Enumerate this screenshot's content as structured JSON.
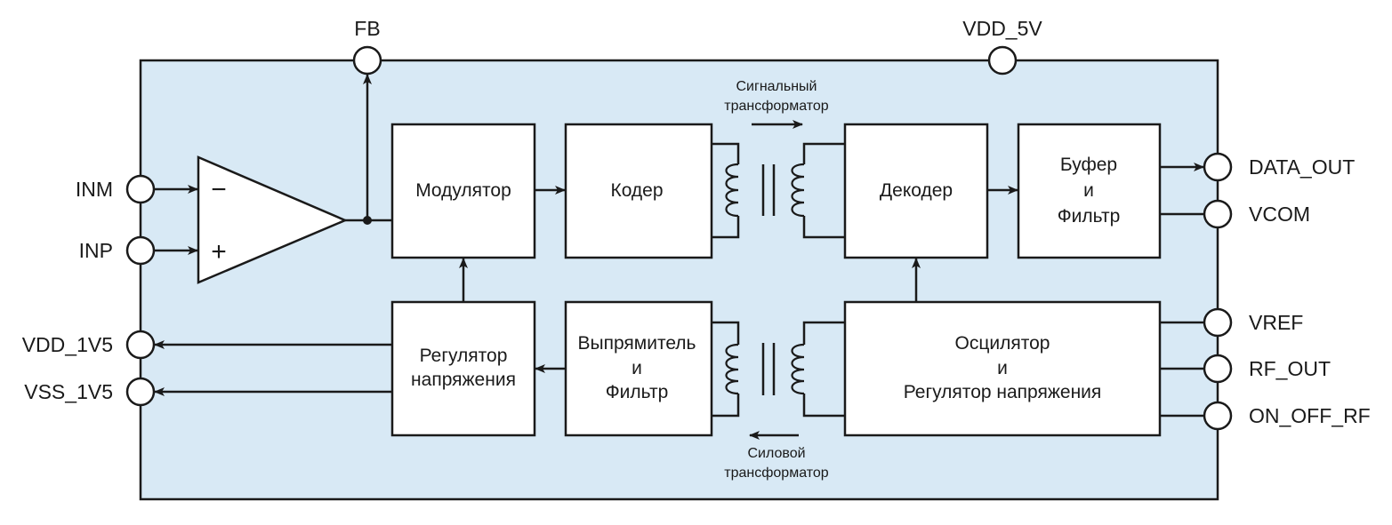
{
  "diagram": {
    "colors": {
      "chip_fill": "#d8e9f5",
      "line": "#1a1a1a",
      "block_fill": "#ffffff"
    },
    "pins": {
      "top": [
        {
          "id": "fb",
          "label": "FB"
        },
        {
          "id": "vdd5v",
          "label": "VDD_5V"
        }
      ],
      "left": [
        {
          "id": "inm",
          "label": "INM"
        },
        {
          "id": "inp",
          "label": "INP"
        },
        {
          "id": "vdd1v5",
          "label": "VDD_1V5"
        },
        {
          "id": "vss1v5",
          "label": "VSS_1V5"
        }
      ],
      "right": [
        {
          "id": "data_out",
          "label": "DATA_OUT"
        },
        {
          "id": "vcom",
          "label": "VCOM"
        },
        {
          "id": "vref",
          "label": "VREF"
        },
        {
          "id": "rf_out",
          "label": "RF_OUT"
        },
        {
          "id": "on_off_rf",
          "label": "ON_OFF_RF"
        }
      ]
    },
    "amplifier": {
      "minus": "−",
      "plus": "+"
    },
    "blocks": {
      "modulator": [
        "Модулятор"
      ],
      "coder": [
        "Кодер"
      ],
      "decoder": [
        "Декодер"
      ],
      "buffer": [
        "Буфер",
        "и",
        "Фильтр"
      ],
      "regulator": [
        "Регулятор",
        "напряжения"
      ],
      "rectifier": [
        "Выпрямитель",
        "и",
        "Фильтр"
      ],
      "oscillator": [
        "Осцилятор",
        "и",
        "Регулятор напряжения"
      ]
    },
    "transformers": {
      "signal": [
        "Сигнальный",
        "трансформатор"
      ],
      "power": [
        "Силовой",
        "трансформатор"
      ]
    },
    "connections": [
      {
        "from": "inm",
        "to": "amplifier-minus"
      },
      {
        "from": "inp",
        "to": "amplifier-plus"
      },
      {
        "from": "amplifier",
        "to": "fb"
      },
      {
        "from": "amplifier",
        "to": "modulator"
      },
      {
        "from": "modulator",
        "to": "coder"
      },
      {
        "from": "coder",
        "to": "decoder",
        "via": "signal-transformer"
      },
      {
        "from": "decoder",
        "to": "buffer"
      },
      {
        "from": "buffer",
        "to": "data_out"
      },
      {
        "from": "buffer",
        "to": "vcom"
      },
      {
        "from": "regulator",
        "to": "modulator"
      },
      {
        "from": "regulator",
        "to": "vdd1v5"
      },
      {
        "from": "regulator",
        "to": "vss1v5"
      },
      {
        "from": "rectifier",
        "to": "regulator"
      },
      {
        "from": "oscillator",
        "to": "rectifier",
        "via": "power-transformer"
      },
      {
        "from": "oscillator",
        "to": "decoder"
      },
      {
        "from": "oscillator",
        "to": "vref"
      },
      {
        "from": "oscillator",
        "to": "rf_out"
      },
      {
        "from": "oscillator",
        "to": "on_off_rf"
      }
    ]
  }
}
